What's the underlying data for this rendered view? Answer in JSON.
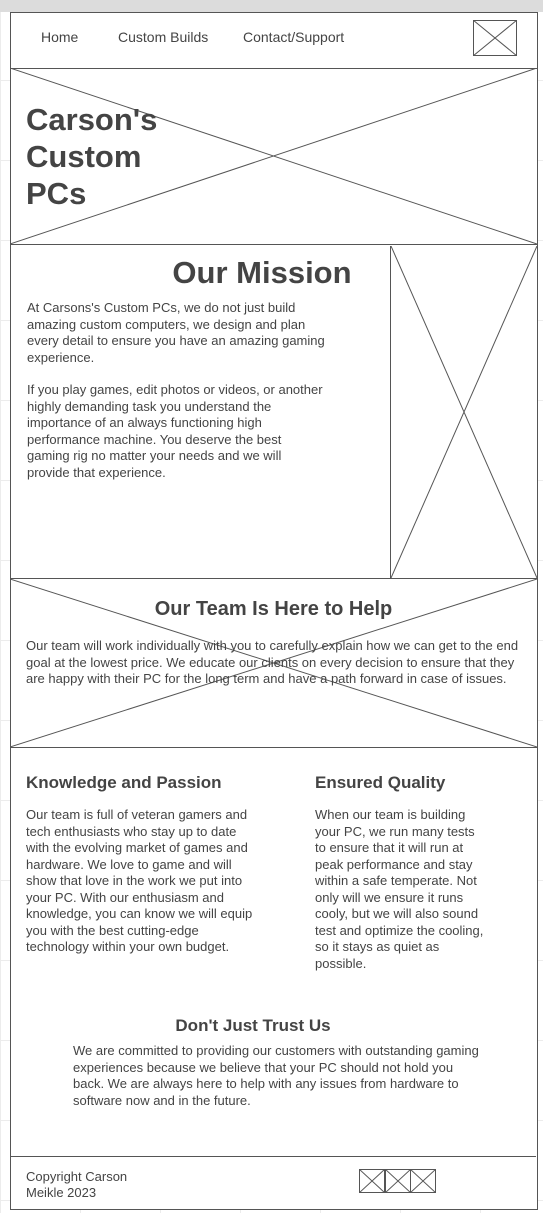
{
  "nav": {
    "links": [
      "Home",
      "Custom Builds",
      "Contact/Support"
    ],
    "logo_icon": "logo-placeholder-icon"
  },
  "hero": {
    "title": "Carson's Custom PCs",
    "image_icon": "hero-image-placeholder-icon"
  },
  "mission": {
    "title": "Our Mission",
    "p1": "At Carsons's Custom PCs, we do not just build amazing custom computers, we design and plan every detail to ensure you have an amazing gaming experience.",
    "p2": "If you play games, edit photos or videos, or another highly demanding task you understand the importance of an always functioning high performance machine. You deserve the best gaming rig no matter your needs and we will provide that experience.",
    "image_icon": "mission-image-placeholder-icon"
  },
  "team": {
    "title": "Our Team Is Here to Help",
    "text": "Our team will work individually with you to carefully explain how we can get to the end goal at the lowest price. We educate our clients on every decision to ensure that they are happy with their PC for the long term and have a path forward in case of issues."
  },
  "knowledge": {
    "title": "Knowledge and Passion",
    "text": "Our team is full of veteran gamers and tech enthusiasts who stay up to date with the evolving market of games and hardware. We love to game and will show that love in the work we put into your PC. With our enthusiasm and knowledge, you can know we will equip you with the best cutting-edge technology within your own budget."
  },
  "quality": {
    "title": "Ensured Quality",
    "text": "When our team is building your PC, we run many tests to ensure that it will run at peak performance and stay within a safe temperate. Not only will we ensure it runs cooly, but we will also sound test and optimize the cooling, so it stays as quiet as possible."
  },
  "trust": {
    "title": "Don't Just Trust Us",
    "text": "We are committed to providing our customers with outstanding gaming experiences because we believe that your PC should not hold you back. We are always here to help with any issues from hardware to software now and in the future."
  },
  "footer": {
    "copyright": "Copyright Carson Meikle 2023",
    "social_icons": [
      "social-icon-1",
      "social-icon-2",
      "social-icon-3"
    ]
  }
}
